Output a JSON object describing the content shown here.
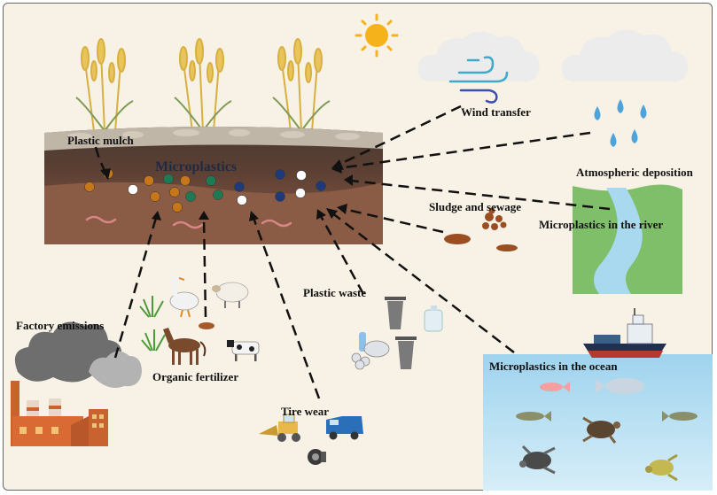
{
  "labels": {
    "wind": "Wind transfer",
    "atmospheric": "Atmospheric deposition",
    "plastic_mulch": "Plastic mulch",
    "microplastics": "Microplastics",
    "sludge": "Sludge and sewage",
    "river": "Microplastics in the river",
    "plastic_waste": "Plastic waste",
    "factory": "Factory emissions",
    "fertilizer": "Organic fertilizer",
    "tire": "Tire wear",
    "ocean": "Microplastics in the ocean"
  },
  "colors": {
    "particle_orange": "#c8761a",
    "particle_green": "#1e7a55",
    "particle_navy": "#1f3a7a",
    "particle_white": "#ffffff",
    "soil_dark": "#5a3f33",
    "ocean": "#bfe0f2",
    "river_bank": "#7fbf6a",
    "river_water": "#a9d9ee"
  },
  "icons": [
    "sun-icon",
    "cloud-icon",
    "wind-icon",
    "rain-drop-icon",
    "wheat-icon",
    "earthworm-icon",
    "river-icon",
    "sludge-icon",
    "trash-bin-icon",
    "bottle-icon",
    "goose-icon",
    "sheep-icon",
    "horse-icon",
    "cow-icon",
    "grass-icon",
    "factory-icon",
    "smoke-icon",
    "bulldozer-icon",
    "van-icon",
    "tire-icon",
    "ship-icon",
    "fish-icon",
    "turtle-icon"
  ]
}
